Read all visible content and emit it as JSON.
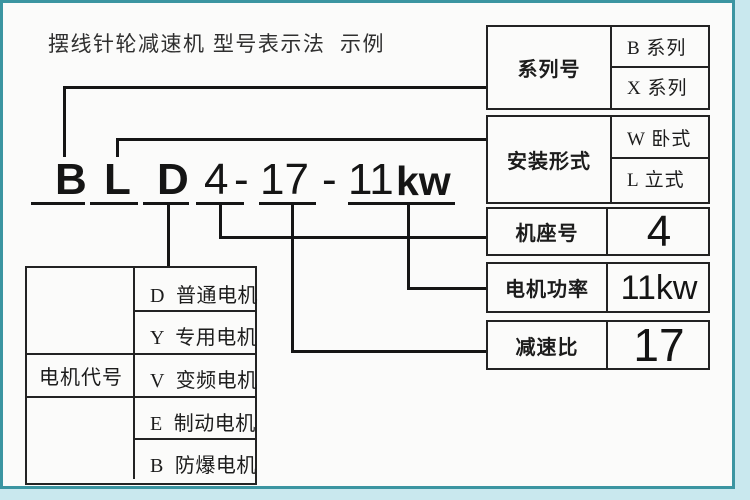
{
  "title": "摆线针轮减速机 型号表示法  示例",
  "model_code": {
    "series": "B",
    "mounting": "L",
    "motor": "D",
    "frame_size": "4",
    "dash1": "-",
    "ratio": "17",
    "dash2": "-",
    "power_num": "11",
    "power_unit": "kw"
  },
  "legend": [
    {
      "label": "系列号",
      "options": [
        "B 系列",
        "X 系列"
      ]
    },
    {
      "label": "安装形式",
      "options": [
        "W 卧式",
        "L 立式"
      ]
    },
    {
      "label": "机座号",
      "value": "4"
    },
    {
      "label": "电机功率",
      "value": "11kw"
    },
    {
      "label": "减速比",
      "value": "17"
    }
  ],
  "motor_table": {
    "header": "电机代号",
    "rows": [
      "D  普通电机",
      "Y  专用电机",
      "V  变频电机",
      "E  制动电机",
      "B  防爆电机"
    ]
  },
  "colors": {
    "frame_teal": "#3b95a1",
    "frame_cyan": "#c9e8ee",
    "line_dark": "#151515",
    "background": "#fbfbfa"
  }
}
